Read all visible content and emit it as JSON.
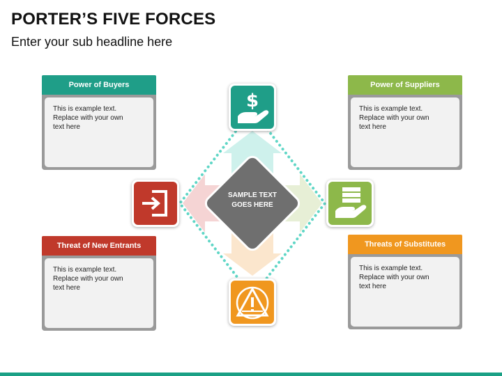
{
  "header": {
    "title": "PORTER’S FIVE FORCES",
    "subtitle": "Enter your sub headline here"
  },
  "center": {
    "line1": "SAMPLE TEXT",
    "line2": "GOES HERE"
  },
  "cards": {
    "buyers": {
      "title": "Power of Buyers",
      "line1": "This is example text.",
      "line2": "Replace with your own",
      "line3": "text here"
    },
    "suppliers": {
      "title": "Power of Suppliers",
      "line1": "This is example text.",
      "line2": "Replace with your own",
      "line3": "text here"
    },
    "entrants": {
      "title": "Threat of New Entrants",
      "line1": "This is example text.",
      "line2": "Replace with your own",
      "line3": "text here"
    },
    "substitutes": {
      "title": "Threats of Substitutes",
      "line1": "This is example text.",
      "line2": "Replace with your own",
      "line3": "text here"
    }
  },
  "colors": {
    "teal": "#1f9e88",
    "green": "#8db84a",
    "red": "#c0392b",
    "orange": "#f0971f",
    "center": "#6f6f6f",
    "dots": "#5fd6c6"
  },
  "icons": {
    "top": "hand-dollar-icon",
    "right": "hand-stack-icon",
    "left": "enter-door-icon",
    "bottom": "warning-triangle-icon"
  }
}
